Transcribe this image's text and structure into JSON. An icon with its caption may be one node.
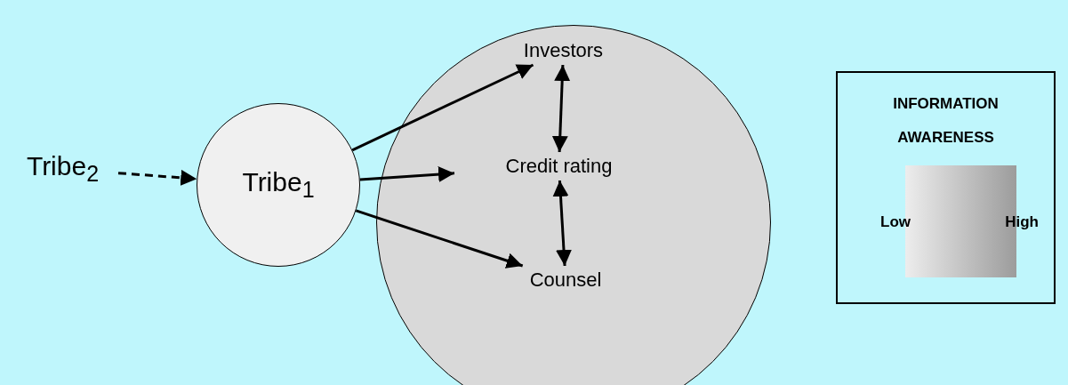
{
  "diagram": {
    "nodes": [
      {
        "text": [
          "Tribe$_{2}$"
        ]
      },
      {
        "text": [
          "Tribe$_{1}$"
        ]
      },
      {
        "text": [],
        "shape": "circle"
      },
      {
        "text": [
          "Investors"
        ],
        "in": 2
      },
      {
        "text": [
          "Credit rating"
        ],
        "in": 2
      },
      {
        "text": [
          "Counsel"
        ],
        "in": 2
      },
      {
        "text": [
          "INFORMATION AWARENESS"
        ]
      },
      {
        "text": [
          "Low",
          "High"
        ],
        "in": 6
      }
    ],
    "edges": [
      {
        "from": 0,
        "to": 1,
        "arrow": "to",
        "style": "dashed"
      },
      {
        "from": 1,
        "to": 3,
        "arrow": "to"
      },
      {
        "from": 1,
        "to": 4,
        "arrow": "to"
      },
      {
        "from": 1,
        "to": 5,
        "arrow": "to"
      },
      {
        "from": 3,
        "to": 4,
        "arrow": "both"
      },
      {
        "from": 4,
        "to": 5,
        "arrow": "both"
      }
    ]
  }
}
